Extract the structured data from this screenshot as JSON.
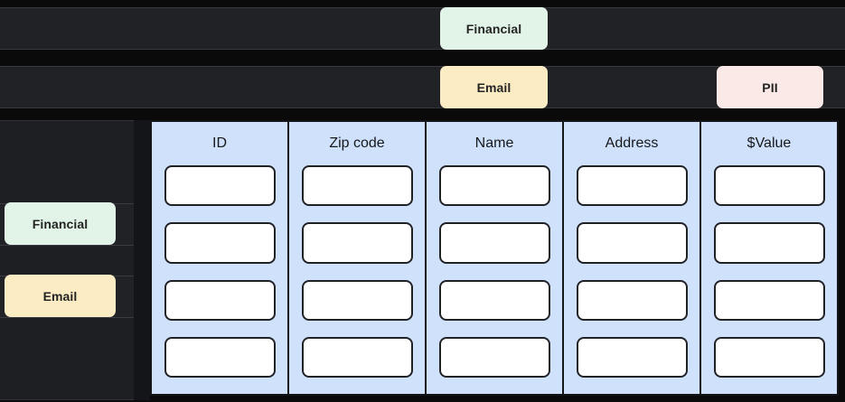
{
  "canvas": {
    "background": "#0a0a0a",
    "row_background": "#212226",
    "panel_background": "#1e1f23"
  },
  "tag_palette": {
    "financial_bg": "#e2f4e8",
    "email_bg": "#fcecc4",
    "pii_bg": "#fbe9e7",
    "tag_text": "#242424",
    "column_bg": "#cfe1fb",
    "cell_bg": "#ffffff",
    "cell_border": "#212226"
  },
  "top_rows": [
    {
      "row_index": 1,
      "tags": [
        {
          "label": "Financial",
          "category": "financial"
        }
      ]
    },
    {
      "row_index": 2,
      "tags": [
        {
          "label": "Email",
          "category": "email"
        },
        {
          "label": "PII",
          "category": "pii"
        }
      ]
    }
  ],
  "sidebar": {
    "items": [
      {
        "label": "Financial",
        "category": "financial"
      },
      {
        "label": "Email",
        "category": "email"
      }
    ]
  },
  "table": {
    "columns": [
      {
        "header": "ID"
      },
      {
        "header": "Zip code"
      },
      {
        "header": "Name"
      },
      {
        "header": "Address"
      },
      {
        "header": "$Value"
      }
    ],
    "row_count": 4,
    "cell_value": ""
  }
}
